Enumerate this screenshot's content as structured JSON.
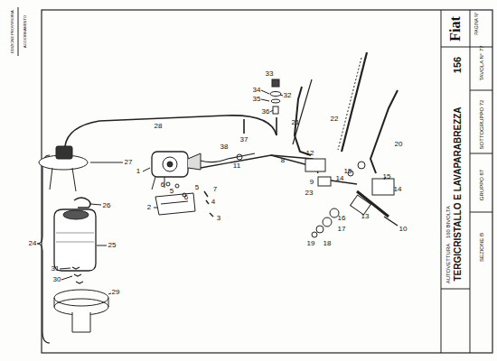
{
  "diagram": {
    "title": "TERGICRISTALLO E LAVAPARABREZZA",
    "labels": [
      "Fiat",
      "AUTOVETTURA",
      "160 BIVOLTA",
      "SEZIONE B",
      "GRUPPO 87",
      "SOTTOGRUPPO 72",
      "TAVOLA N° 77",
      "PAGINA N°",
      "156",
      "EDIZIONE PROVVISORIA",
      "AGGIORNAMENTO",
      "33",
      "34",
      "35",
      "32",
      "36",
      "37",
      "28",
      "38",
      "27",
      "1",
      "11",
      "8",
      "12",
      "15",
      "14",
      "21",
      "22",
      "20",
      "15",
      "14",
      "9",
      "23",
      "13",
      "10",
      "16",
      "17",
      "18",
      "19",
      "6",
      "5",
      "6",
      "5",
      "7",
      "4",
      "3",
      "2",
      "24",
      "25",
      "26",
      "31",
      "30",
      "29"
    ]
  }
}
